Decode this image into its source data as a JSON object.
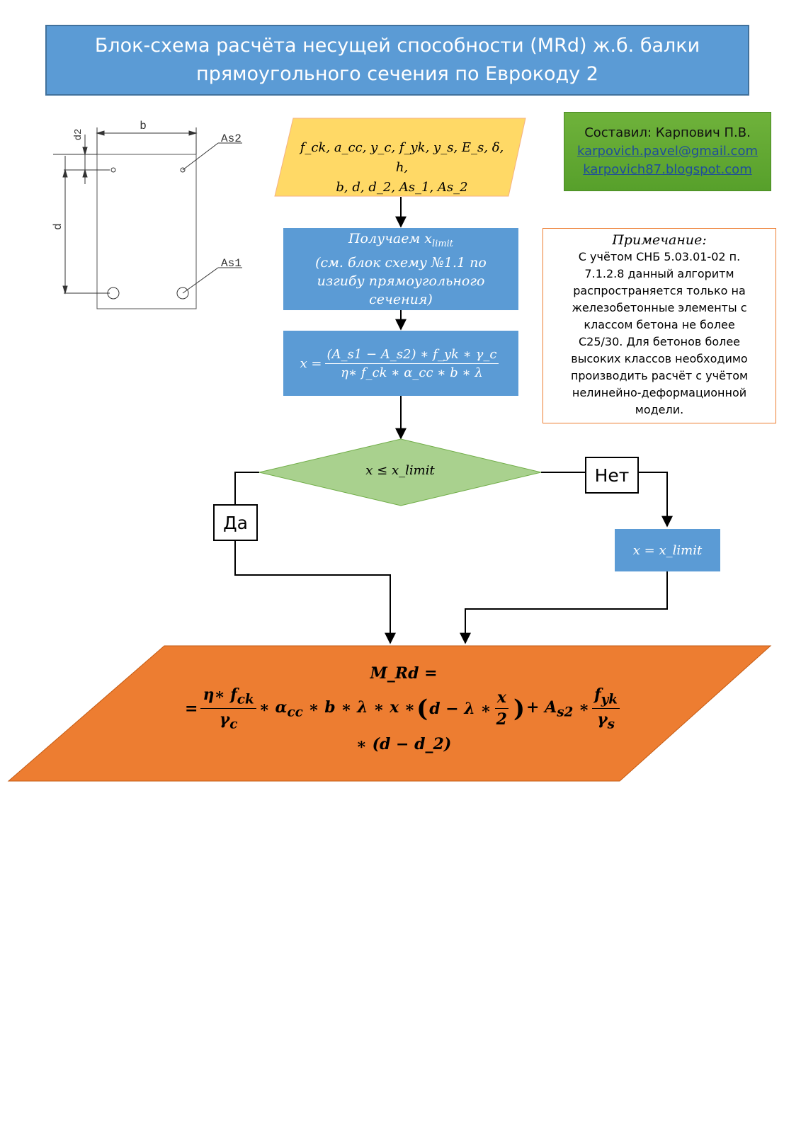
{
  "title": {
    "line1": "Блок-схема расчёта несущей способности (MRd) ж.б. балки",
    "line2": "прямоугольного сечения по Еврокоду 2"
  },
  "author": {
    "line": "Составил: Карпович П.В.",
    "email": "karpovich.pavel@gmail.com",
    "blog": "karpovich87.blogspot.com"
  },
  "section": {
    "b": "b",
    "d2": "d2",
    "d": "d",
    "as2": "As2",
    "as1": "As1"
  },
  "input": {
    "line1": "f_ck, a_cc, y_c, f_yk, y_s, E_s, δ, h,",
    "line2": "b, d, d_2, As_1, As_2"
  },
  "step1": {
    "line1": "Получаем x",
    "sub": "limit",
    "line2": "(см. блок схему №1.1 по",
    "line3": "изгибу прямоугольного",
    "line4": "сечения)"
  },
  "step2": {
    "lhs": "x =",
    "num": "(A_s1 − A_s2) ∗ f_yk ∗ γ_c",
    "den": "η∗ f_ck ∗ α_cc ∗ b ∗ λ"
  },
  "decision": {
    "text": "x ≤ x_limit"
  },
  "labels": {
    "yes": "Да",
    "no": "Нет"
  },
  "step3": {
    "text": "x = x_limit"
  },
  "result": {
    "line1": "M_Rd =",
    "line3": "∗ (d − d_2)"
  },
  "note": {
    "title": "Примечание:",
    "line1": "С учётом СНБ 5.03.01-02 п.",
    "line2": "7.1.2.8 данный алгоритм",
    "line3": "распространяется только на",
    "line4": "железобетонные элементы с",
    "line5": "классом бетона не более",
    "line6": "С25/30. Для бетонов более",
    "line7": "высоких классов необходимо",
    "line8": "производить расчёт с учётом",
    "line9": "нелинейно-деформационной",
    "line10": "модели."
  },
  "colors": {
    "blue": "#5b9bd5",
    "green": "#70ad47",
    "yellow": "#ffd966",
    "orange": "#ed7d31",
    "diamond": "#a9d18e"
  }
}
